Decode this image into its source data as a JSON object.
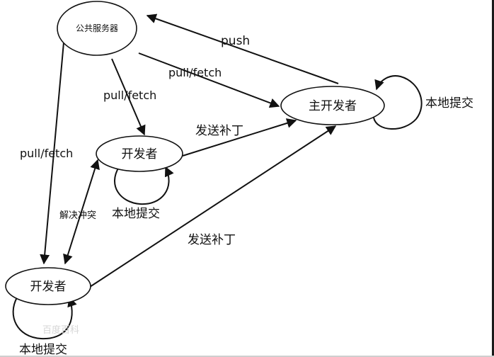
{
  "nodes": {
    "public_server": "公共服务器",
    "main_developer": "主开发者",
    "developer_middle": "开发者",
    "developer_bottom": "开发者"
  },
  "edges": {
    "push": "push",
    "pull_fetch_to_main": "pull/fetch",
    "pull_fetch_to_dev_middle": "pull/fetch",
    "pull_fetch_to_dev_bottom": "pull/fetch",
    "send_patch_middle": "发送补丁",
    "send_patch_bottom": "发送补丁",
    "resolve_conflict": "解决冲突",
    "local_commit_main": "本地提交",
    "local_commit_middle": "本地提交",
    "local_commit_bottom": "本地提交"
  },
  "watermark": "百度百科"
}
